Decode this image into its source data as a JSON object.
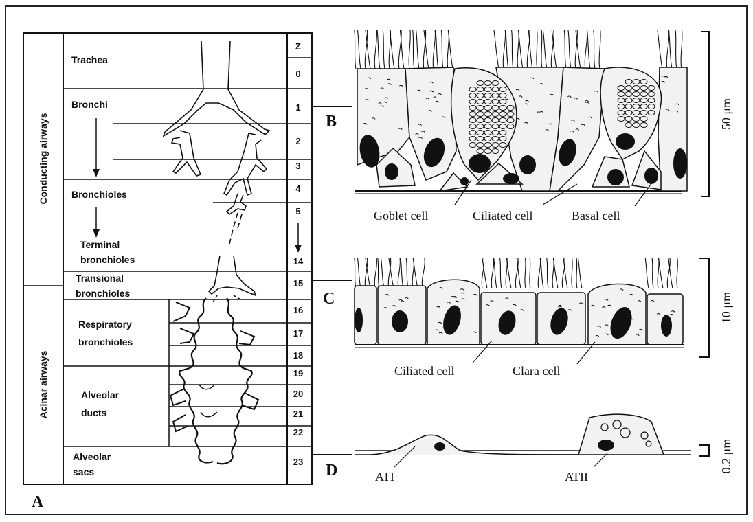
{
  "panels": {
    "a": "A",
    "b": "B",
    "c": "C",
    "d": "D"
  },
  "table": {
    "left_groups": [
      {
        "label": "Conducting airways"
      },
      {
        "label": "Acinar airways"
      }
    ],
    "regions": [
      {
        "label": "Trachea"
      },
      {
        "label": "Bronchi"
      },
      {
        "label": "Bronchioles"
      },
      {
        "label": "Terminal\nbronchioles"
      },
      {
        "label": "Transional\nbronchioles"
      },
      {
        "label": "Respiratory\nbronchioles"
      },
      {
        "label": "Alveolar\nducts"
      },
      {
        "label": "Alveolar\nsacs"
      }
    ],
    "generation_header": "Z",
    "generations": [
      "0",
      "1",
      "2",
      "3",
      "4",
      "5",
      "14",
      "15",
      "16",
      "17",
      "18",
      "19",
      "20",
      "21",
      "22",
      "23"
    ]
  },
  "epithelia": {
    "b": {
      "labels": [
        "Goblet cell",
        "Ciliated cell",
        "Basal cell"
      ],
      "scale": "50 μm"
    },
    "c": {
      "labels": [
        "Ciliated cell",
        "Clara cell"
      ],
      "scale": "10 μm"
    },
    "d": {
      "labels": [
        "ATI",
        "ATII"
      ],
      "scale": "0.2 μm"
    }
  }
}
